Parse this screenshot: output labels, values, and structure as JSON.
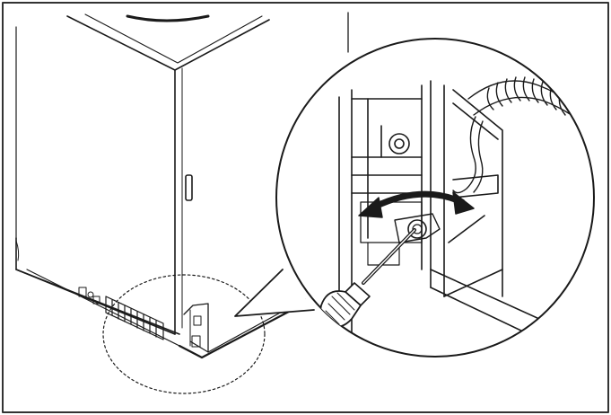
{
  "figure": {
    "kind": "installation-illustration",
    "line_color": "#1a1a1a",
    "frame_color": "#333333",
    "background": "#ffffff",
    "arrow_fill": "#1a1a1a",
    "icons": [
      "dishwasher-body",
      "detail-magnifier-circle",
      "screwdriver-icon",
      "double-arrow-icon",
      "spring-coil",
      "adjustment-bracket"
    ]
  }
}
